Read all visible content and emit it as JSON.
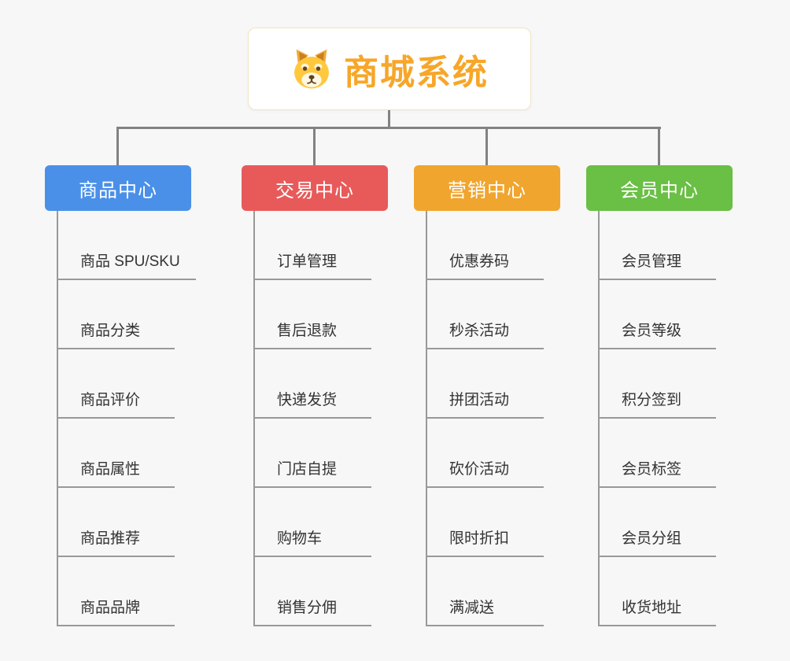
{
  "root": {
    "title": "商城系统",
    "icon": "dog-icon"
  },
  "connector_color": "#828282",
  "branches": [
    {
      "label": "商品中心",
      "color": "#4a90e8",
      "items": [
        "商品 SPU/SKU",
        "商品分类",
        "商品评价",
        "商品属性",
        "商品推荐",
        "商品品牌"
      ]
    },
    {
      "label": "交易中心",
      "color": "#e85a5a",
      "items": [
        "订单管理",
        "售后退款",
        "快递发货",
        "门店自提",
        "购物车",
        "销售分佣"
      ]
    },
    {
      "label": "营销中心",
      "color": "#f0a52e",
      "items": [
        "优惠券码",
        "秒杀活动",
        "拼团活动",
        "砍价活动",
        "限时折扣",
        "满减送"
      ]
    },
    {
      "label": "会员中心",
      "color": "#6abf45",
      "items": [
        "会员管理",
        "会员等级",
        "积分签到",
        "会员标签",
        "会员分组",
        "收货地址"
      ]
    }
  ]
}
